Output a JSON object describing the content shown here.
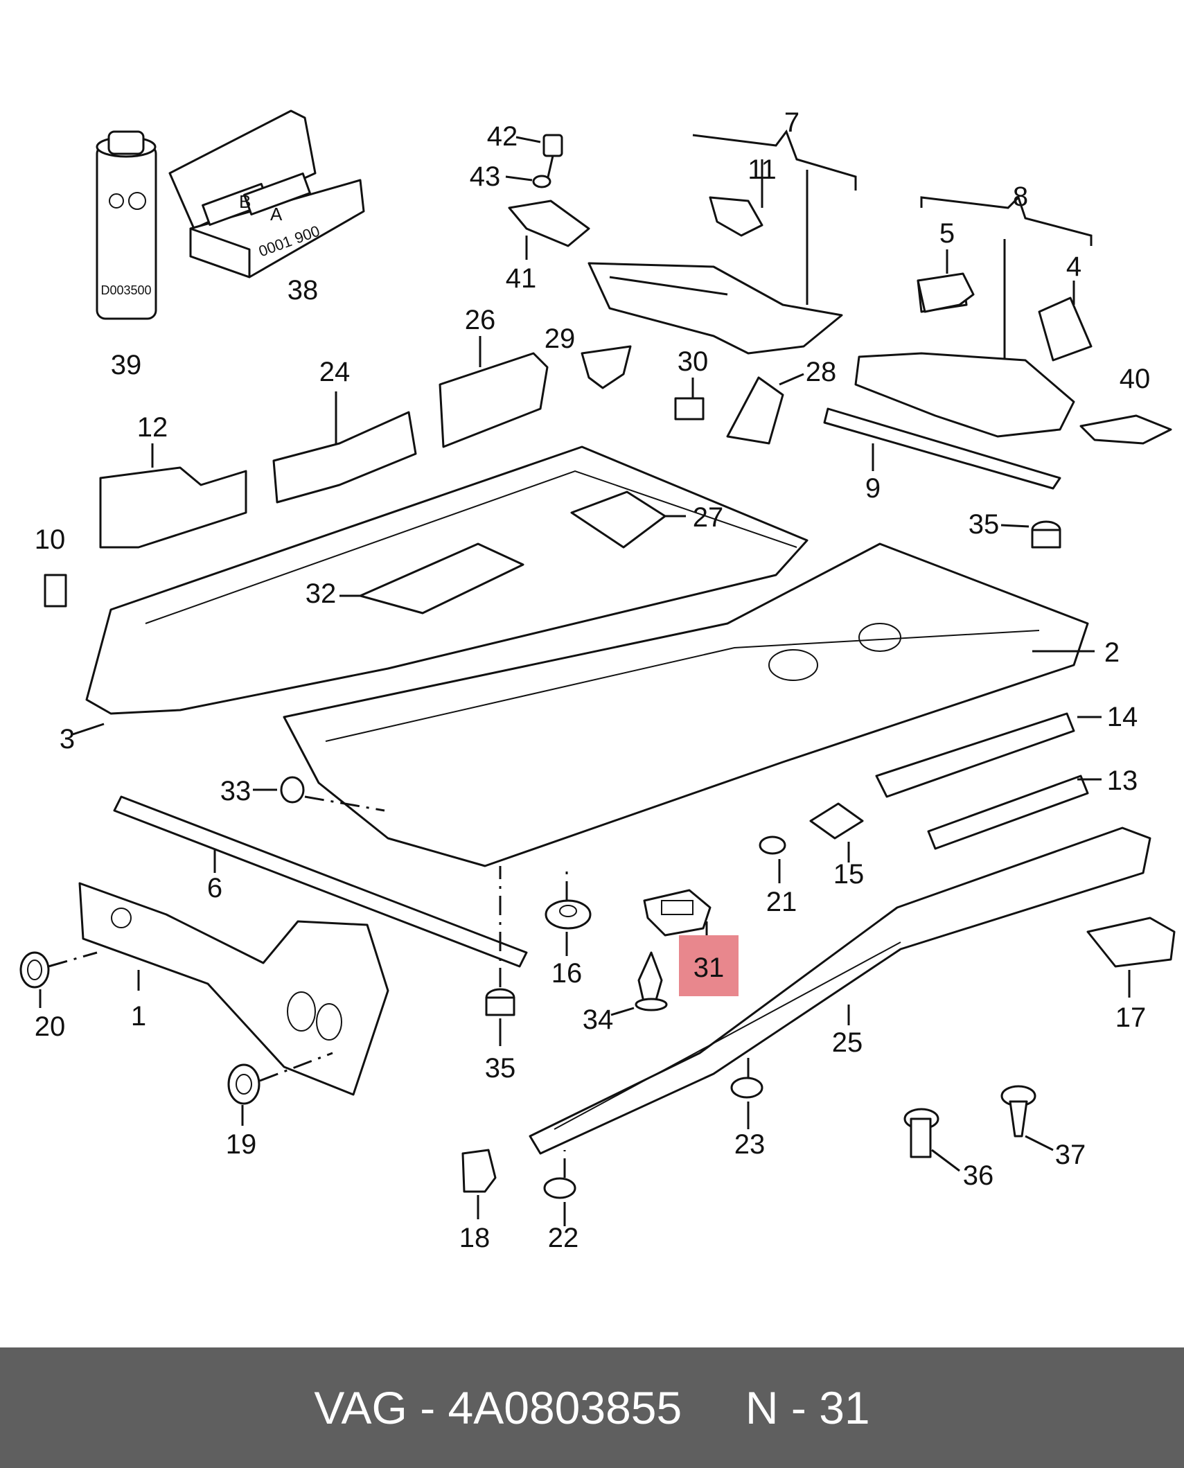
{
  "diagram": {
    "highlight_color": "#e8878d",
    "labels": {
      "p1": "1",
      "p2": "2",
      "p3": "3",
      "p4": "4",
      "p5": "5",
      "p6": "6",
      "p7": "7",
      "p8": "8",
      "p9": "9",
      "p10": "10",
      "p11": "11",
      "p12": "12",
      "p13": "13",
      "p14": "14",
      "p15": "15",
      "p16": "16",
      "p17": "17",
      "p18": "18",
      "p19": "19",
      "p20": "20",
      "p21": "21",
      "p22": "22",
      "p23": "23",
      "p24": "24",
      "p25": "25",
      "p26": "26",
      "p27": "27",
      "p28": "28",
      "p29": "29",
      "p30": "30",
      "p31": "31",
      "p32": "32",
      "p33": "33",
      "p34": "34",
      "p35a": "35",
      "p35b": "35",
      "p36": "36",
      "p37": "37",
      "p38": "38",
      "p39": "39",
      "p40": "40",
      "p41": "41",
      "p42": "42",
      "p43": "43"
    },
    "can_label": "D003500",
    "kit_code": "0001 900",
    "tube_a": "A",
    "tube_b": "B"
  },
  "footer": {
    "brand": "VAG",
    "part_number": "4A0803855",
    "ref": "N - 31"
  }
}
